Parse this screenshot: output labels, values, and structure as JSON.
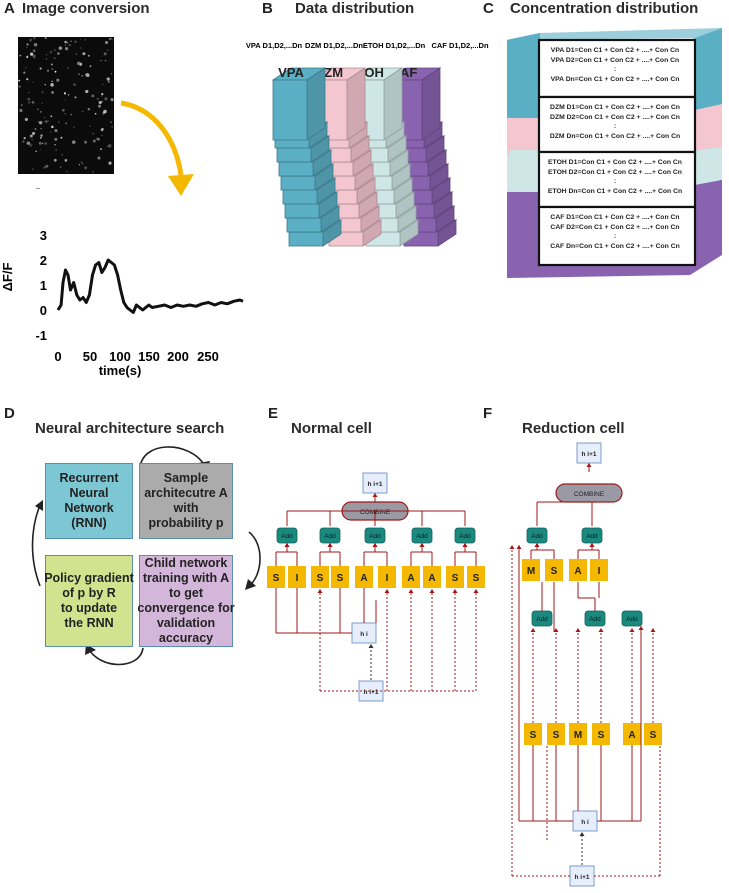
{
  "panels": {
    "a": {
      "label": "A",
      "title": "Image conversion"
    },
    "b": {
      "label": "B",
      "title": "Data distribution"
    },
    "c": {
      "label": "C",
      "title": "Concentration distribution"
    },
    "d": {
      "label": "D",
      "title": "Neural architecture search"
    },
    "e": {
      "label": "E",
      "title": "Normal cell"
    },
    "f": {
      "label": "F",
      "title": "Reduction cell"
    }
  },
  "trace_chart": {
    "ylabel": "ΔF/F",
    "xlabel": "time(s)",
    "yticks": [
      "3",
      "2",
      "1",
      "0",
      "-1"
    ],
    "xticks": [
      "0",
      "50",
      "100",
      "150",
      "200",
      "250"
    ]
  },
  "chart_data": {
    "type": "line",
    "xlabel": "time(s)",
    "ylabel": "ΔF/F",
    "xlim": [
      0,
      295
    ],
    "ylim": [
      -1,
      3
    ],
    "series": [
      {
        "x": [
          0,
          5,
          8,
          12,
          16,
          20,
          25,
          30,
          35,
          40,
          45,
          50,
          55,
          60,
          65,
          70,
          75,
          80,
          85,
          90,
          95,
          100,
          105,
          110,
          115,
          120,
          125,
          130,
          135,
          140,
          145,
          150,
          160,
          170,
          180,
          190,
          200,
          210,
          220,
          230,
          240,
          250,
          260,
          270,
          280,
          290,
          295
        ],
        "y": [
          0,
          0.2,
          1.1,
          1.6,
          1.4,
          0.8,
          1.1,
          0.6,
          0.4,
          0.5,
          0.3,
          0.6,
          1.4,
          1.8,
          1.9,
          1.5,
          1.7,
          2.0,
          1.9,
          1.8,
          1.4,
          0.8,
          0.3,
          0.1,
          0.0,
          -0.1,
          0.2,
          0.1,
          0.0,
          0.1,
          0.2,
          0.1,
          0.15,
          0.2,
          0.1,
          0.2,
          0.15,
          0.2,
          0.15,
          0.25,
          0.3,
          0.2,
          0.3,
          0.25,
          0.35,
          0.4,
          0.35
        ]
      }
    ]
  },
  "distribution": {
    "headers": [
      "VPA D1,D2,...Dn",
      "DZM D1,D2,...Dn",
      "ETOH D1,D2,...Dn",
      "CAF D1,D2,...Dn"
    ],
    "stacks": [
      {
        "name": "VPA",
        "color": "#5aafc5"
      },
      {
        "name": "DZM",
        "color": "#f4c6d0"
      },
      {
        "name": "ETOH",
        "color": "#cfe6e6"
      },
      {
        "name": "CAF",
        "color": "#8a63b0"
      }
    ]
  },
  "concentration": {
    "groups": [
      {
        "lines": [
          "VPA D1=Con C1 +  Con C2 + ....+ Con  Cn",
          "VPA D2=Con C1 +  Con C2 + ....+ Con  Cn",
          ":",
          "VPA Dn=Con C1 +  Con C2 + ....+ Con  Cn"
        ]
      },
      {
        "lines": [
          "DZM D1=Con C1 +  Con C2 + ....+ Con  Cn",
          "DZM D2=Con C1 +  Con C2 + ....+ Con  Cn",
          ":",
          "DZM Dn=Con C1 +  Con C2 + ....+ Con  Cn"
        ]
      },
      {
        "lines": [
          "ETOH D1=Con C1 +  Con C2 + ....+ Con  Cn",
          "ETOH D2=Con C1 +  Con C2 + ....+ Con  Cn",
          ":",
          "ETOH Dn=Con C1 +  Con C2 + ....+ Con  Cn"
        ]
      },
      {
        "lines": [
          "CAF D1=Con C1 +  Con C2 + ....+ Con  Cn",
          "CAF D2=Con C1 +  Con C2 + ....+ Con  Cn",
          ":",
          "CAF Dn=Con C1 +  Con C2 + ....+ Con  Cn"
        ]
      }
    ]
  },
  "nas": {
    "boxes": [
      {
        "text": [
          "Recurrent",
          "Neural",
          "Network",
          "(RNN)"
        ],
        "color": "#7cc7d3"
      },
      {
        "text": [
          "Sample",
          "architecutre A",
          "with",
          "probability p"
        ],
        "color": "#ababab"
      },
      {
        "text": [
          "Child network",
          "training with A",
          "to get",
          "convergence for",
          "validation",
          "accuracy"
        ],
        "color": "#d3b6d9"
      },
      {
        "text": [
          "Policy gradient",
          "of p by R",
          "to update",
          "the RNN"
        ],
        "color": "#d3e28e"
      }
    ]
  },
  "normal_cell": {
    "top_node": "h i+1",
    "combine": "COMBINE",
    "add_label": "Add",
    "ops": [
      "S",
      "I",
      "S",
      "S",
      "A",
      "I",
      "A",
      "A",
      "S",
      "S"
    ],
    "hi": "h i",
    "hprev": "h i+1"
  },
  "reduction_cell": {
    "top_node": "h i+1",
    "combine": "COMBINE",
    "add_label": "Add",
    "ops_top": [
      "M",
      "S",
      "A",
      "I"
    ],
    "ops_bottom": [
      "S",
      "S",
      "M",
      "S",
      "A",
      "S"
    ],
    "hi": "h i",
    "hprev": "h i+1"
  },
  "colors": {
    "arrow": "#f5b800",
    "op": "#f5b800",
    "add": "#1a8a80",
    "combine": "#9a9aa5",
    "edge": "#a01818",
    "node": "#e6eefb"
  }
}
